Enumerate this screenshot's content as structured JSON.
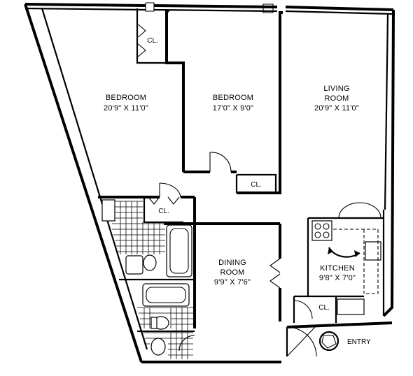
{
  "rooms": {
    "bedroom1": {
      "name": "BEDROOM",
      "dims": "20'9\" X 11'0\""
    },
    "bedroom2": {
      "name": "BEDROOM",
      "dims": "17'0\" X 9'0\""
    },
    "living": {
      "name_line1": "LIVING",
      "name_line2": "ROOM",
      "dims": "20'9\" X 11'0\""
    },
    "dining": {
      "name_line1": "DINING",
      "name_line2": "ROOM",
      "dims": "9'9\" X 7'6\""
    },
    "kitchen": {
      "name": "KITCHEN",
      "dims": "9'8\" X 7'0\""
    }
  },
  "closets": {
    "bedroom1_cl": "CL.",
    "bedroom2_cl": "CL.",
    "hall_cl": "CL.",
    "entry_cl": "CL."
  },
  "entry": {
    "label": "ENTRY"
  }
}
